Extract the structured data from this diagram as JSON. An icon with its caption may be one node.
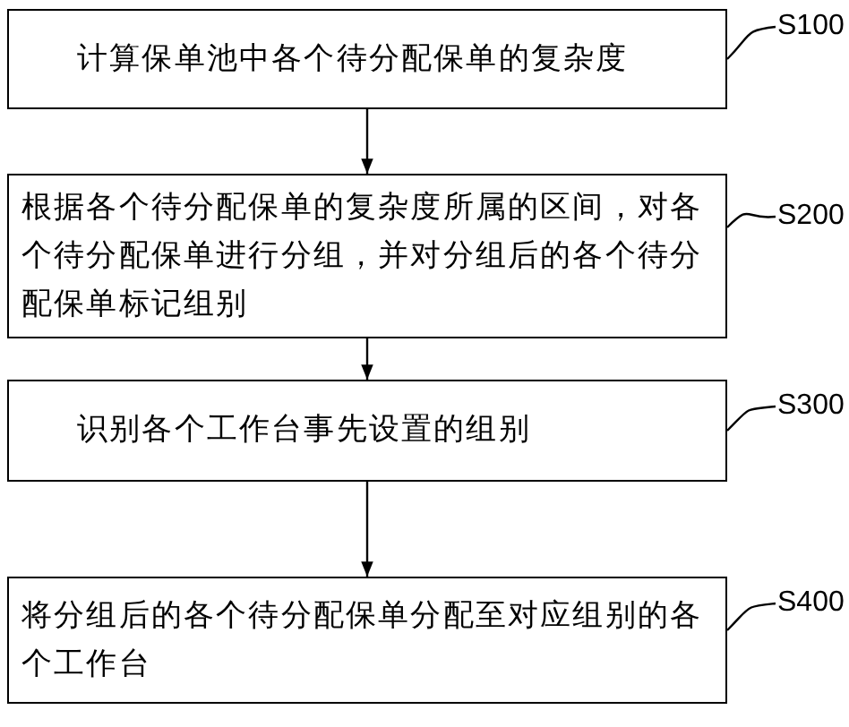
{
  "diagram": {
    "nodes": [
      {
        "text": [
          "计算保单池中各个待分配保单的复杂度"
        ]
      },
      {
        "text": [
          "根据各个待分配保单的复杂度所属的区间，对各个待分配保单进行分组，并对分组后的各个待分配保单标记组别"
        ]
      },
      {
        "text": [
          "识别各个工作台事先设置的组别"
        ]
      },
      {
        "text": [
          "将分组后的各个待分配保单分配至对应组别的各个工作台"
        ]
      },
      {
        "text": [
          "S100"
        ]
      },
      {
        "text": [
          "S200"
        ]
      },
      {
        "text": [
          "S300"
        ]
      },
      {
        "text": [
          "S400"
        ]
      }
    ],
    "edges": [
      {
        "from": 0,
        "to": 1,
        "arrow": "to"
      },
      {
        "from": 1,
        "to": 2,
        "arrow": "to"
      },
      {
        "from": 2,
        "to": 3,
        "arrow": "to"
      },
      {
        "from": 4,
        "to": 0,
        "arrow": "none"
      },
      {
        "from": 5,
        "to": 1,
        "arrow": "none"
      },
      {
        "from": 6,
        "to": 2,
        "arrow": "none"
      },
      {
        "from": 7,
        "to": 3,
        "arrow": "none"
      }
    ]
  }
}
